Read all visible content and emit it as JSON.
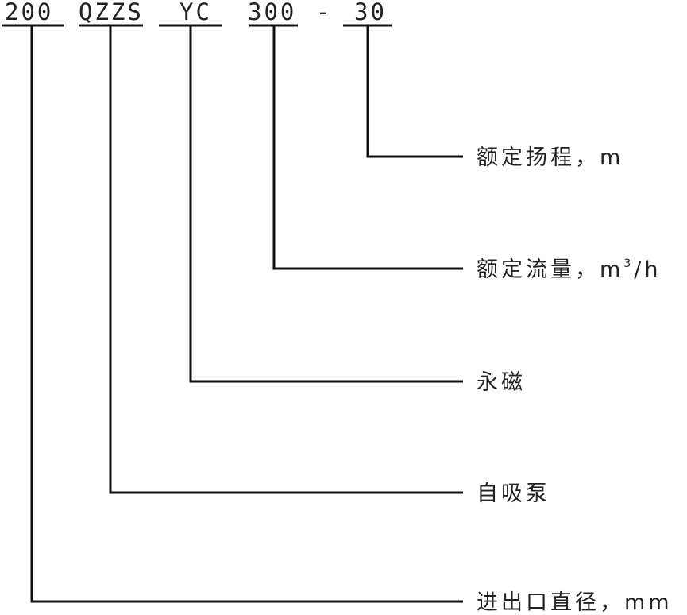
{
  "codes": [
    "200",
    "QZZS",
    "YC",
    "300",
    "-",
    "30"
  ],
  "labels": {
    "head": "额定扬程，m",
    "flow_prefix": "额定流量，m",
    "flow_sup": "3",
    "flow_suffix": "/h",
    "magnet": "永磁",
    "pump": "自吸泵",
    "diameter": "进出口直径，mm"
  }
}
